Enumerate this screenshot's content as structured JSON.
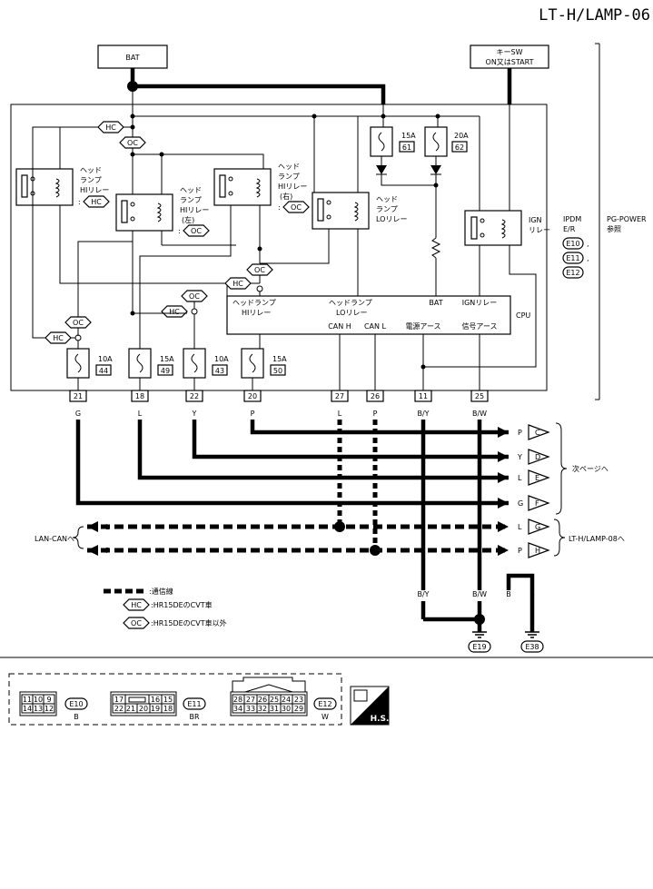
{
  "header": {
    "page_id": "LT-H/LAMP-06"
  },
  "power": {
    "bat": "BAT",
    "key_sw_line1": "キーSW",
    "key_sw_line2": "ON又はSTART"
  },
  "ipdm": {
    "label_line1": "IPDM",
    "label_line2": "E/R",
    "ref_line1": "PG-POWER",
    "ref_line2": "参照",
    "connectors": [
      "E10",
      "E11",
      "E12"
    ],
    "cpu": "CPU",
    "cpu_terms": {
      "hi_relay_1": "ヘッドランプ",
      "hi_relay_2": "HIリレー",
      "lo_relay_1": "ヘッドランプ",
      "lo_relay_2": "LOリレー",
      "bat": "BAT",
      "ign": "IGNリレー",
      "can_h": "CAN H",
      "can_l": "CAN L",
      "gnd_power": "電源アース",
      "gnd_signal": "信号アース"
    }
  },
  "relays": {
    "hi_relay": [
      "ヘッド",
      "ランプ",
      "HIリレー"
    ],
    "hi_left": [
      "ヘッド",
      "ランプ",
      "HIリレー",
      "(左)"
    ],
    "hi_right": [
      "ヘッド",
      "ランプ",
      "HIリレー",
      "(右)"
    ],
    "lo_relay": [
      "ヘッド",
      "ランプ",
      "LOリレー"
    ],
    "ign": [
      "IGN",
      "リレー"
    ]
  },
  "condition_tags": {
    "hc": "HC",
    "oc": "OC"
  },
  "fuses": [
    {
      "amp": "15A",
      "num": "61"
    },
    {
      "amp": "20A",
      "num": "62"
    },
    {
      "amp": "10A",
      "num": "44"
    },
    {
      "amp": "15A",
      "num": "49"
    },
    {
      "amp": "10A",
      "num": "43"
    },
    {
      "amp": "15A",
      "num": "50"
    }
  ],
  "terminals": [
    "21",
    "18",
    "22",
    "20",
    "27",
    "26",
    "11",
    "25"
  ],
  "wire_colors": {
    "t21": "G",
    "t18": "L",
    "t22": "Y",
    "t20": "P",
    "t27": "L",
    "t26": "P",
    "t11": "B/Y",
    "t25": "B/W",
    "row_p": "P",
    "row_y": "Y",
    "row_l": "L",
    "row_g": "G",
    "can_l": "L",
    "can_p": "P",
    "gnd_by": "B/Y",
    "gnd_bw": "B/W",
    "gnd_b1": "B",
    "gnd_b2": "B"
  },
  "next_page": {
    "label": "次ページへ",
    "arrows": [
      "C",
      "D",
      "E",
      "F"
    ]
  },
  "lamp08": {
    "label": "LT-H/LAMP-08へ",
    "arrows": [
      "G",
      "H"
    ]
  },
  "lan_can": "LAN-CANへ",
  "grounds": [
    "E19",
    "E38"
  ],
  "legend": {
    "comm_line": ":通信線",
    "hc_text": ":HR15DEのCVT車",
    "oc_text": ":HR15DEのCVT車以外"
  },
  "connector_views": [
    {
      "id": "E10",
      "color": "B",
      "row1": [
        "11",
        "10",
        "9"
      ],
      "row2": [
        "14",
        "13",
        "12"
      ]
    },
    {
      "id": "E11",
      "color": "BR",
      "row1": [
        "17",
        "",
        "16",
        "15"
      ],
      "row2": [
        "22",
        "21",
        "20",
        "19",
        "18"
      ]
    },
    {
      "id": "E12",
      "color": "W",
      "row1": [
        "28",
        "27",
        "26",
        "25",
        "24",
        "23"
      ],
      "row2": [
        "34",
        "33",
        "32",
        "31",
        "30",
        "29"
      ]
    }
  ],
  "hs_badge": "H.S."
}
